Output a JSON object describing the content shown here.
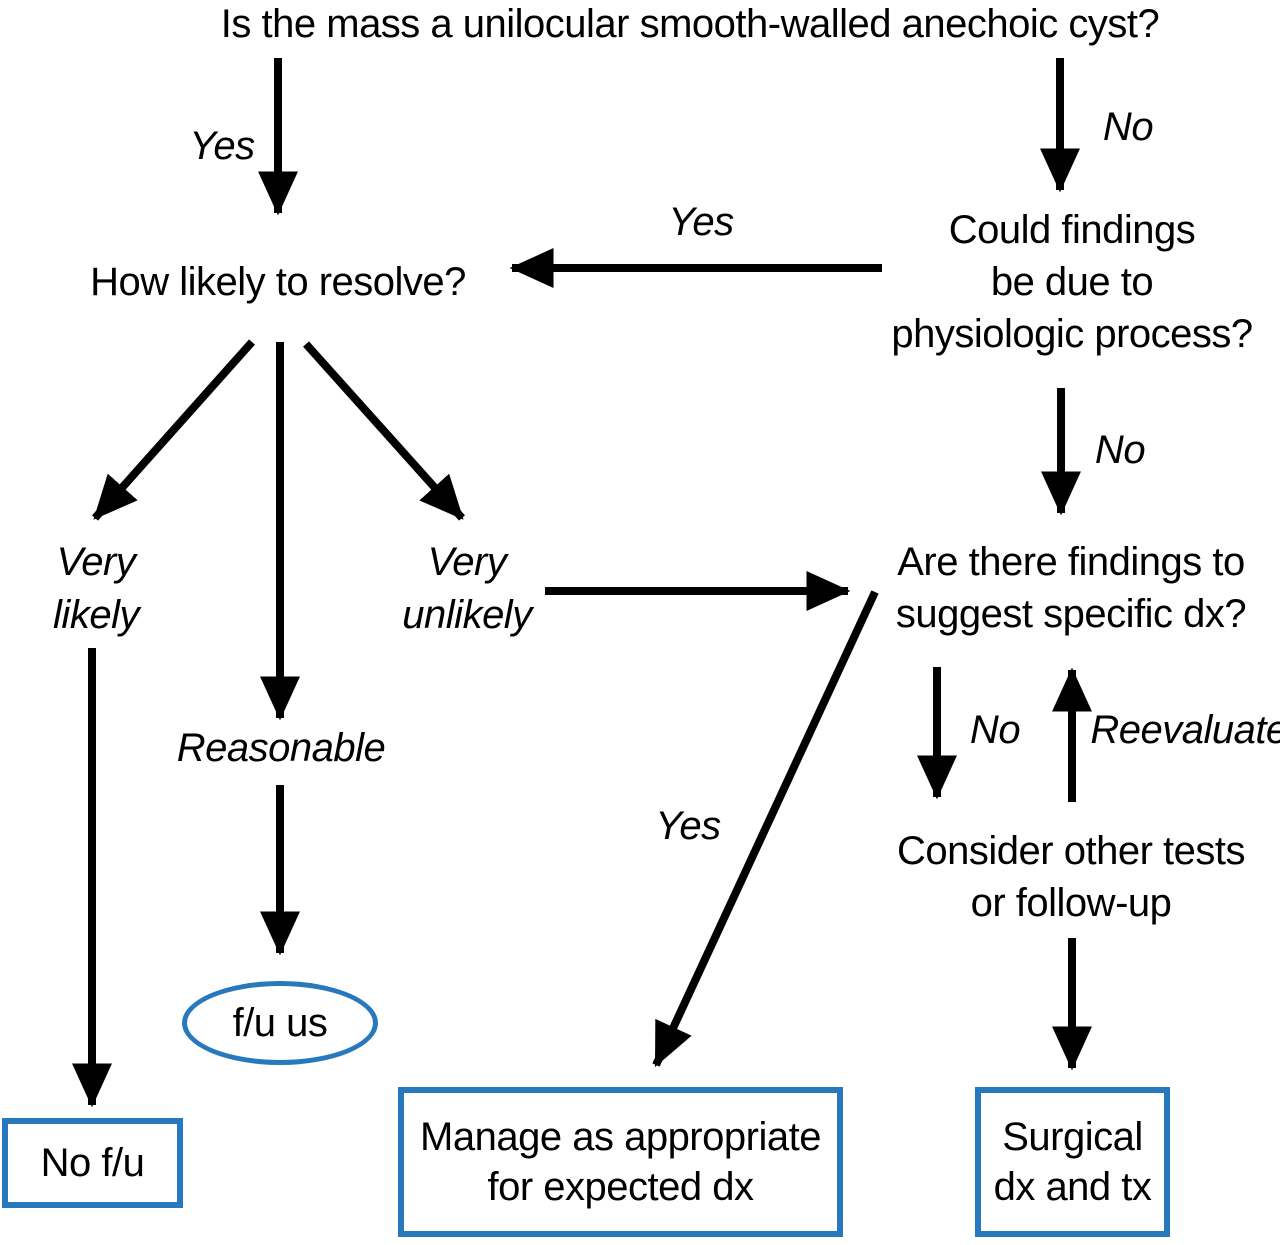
{
  "colors": {
    "box_border": "#2878be",
    "arrow": "#000000",
    "text": "#000000"
  },
  "flowchart": {
    "question_top": "Is the mass a unilocular smooth-walled anechoic cyst?",
    "nodes": {
      "how_likely_to_resolve": "How likely to resolve?",
      "could_findings": [
        "Could findings",
        "be due to",
        "physiologic process?"
      ],
      "are_there_findings": [
        "Are there findings to",
        "suggest specific dx?"
      ],
      "consider_other_tests": [
        "Consider other tests",
        "or follow-up"
      ],
      "fu_us": "f/u us",
      "no_fu": "No f/u",
      "manage": [
        "Manage as appropriate",
        "for expected dx"
      ],
      "surgical": [
        "Surgical",
        "dx and tx"
      ]
    },
    "edge_labels": {
      "yes_top": "Yes",
      "no_top": "No",
      "yes_physiologic": "Yes",
      "no_physiologic": "No",
      "very_likely": [
        "Very",
        "likely"
      ],
      "reasonable": "Reasonable",
      "very_unlikely": [
        "Very",
        "unlikely"
      ],
      "yes_specific_dx": "Yes",
      "no_specific_dx": "No",
      "reevaluate": "Reevaluate"
    }
  }
}
